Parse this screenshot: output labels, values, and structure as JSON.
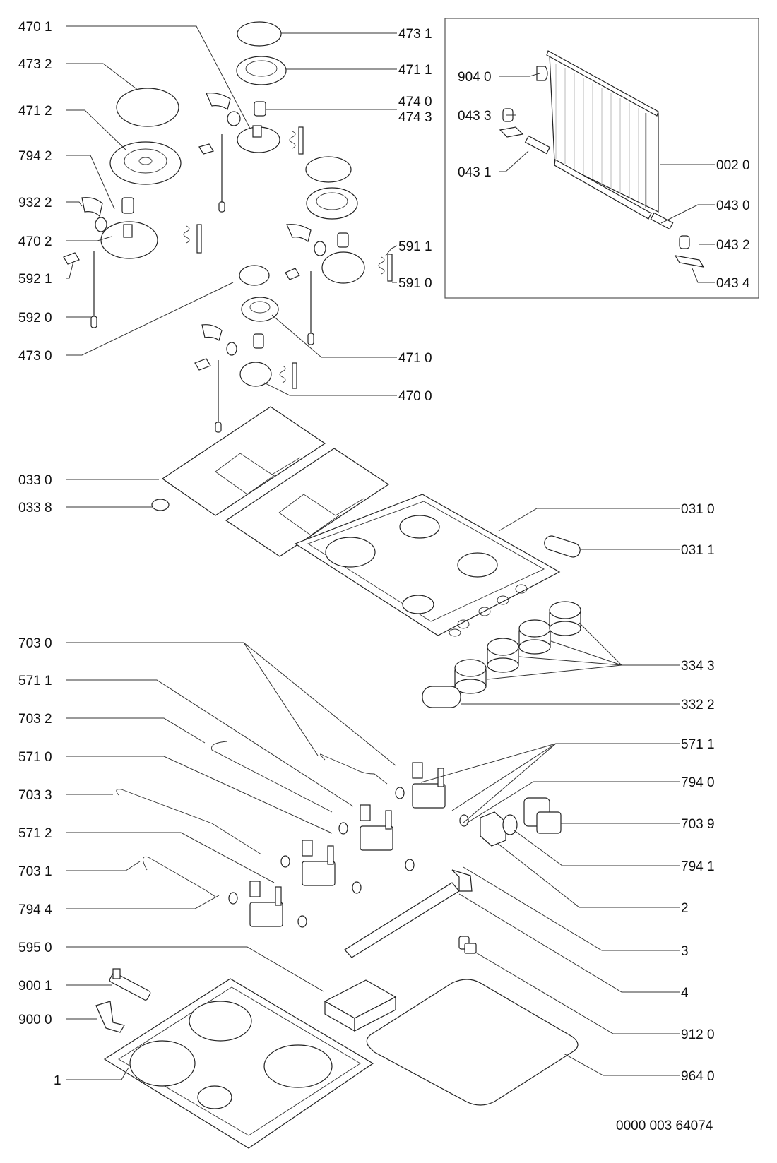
{
  "document": {
    "type": "exploded parts diagram",
    "subject": "gas hob",
    "drawing_number": "0000 003 64074"
  },
  "inset": {
    "labels": [
      "904 0",
      "043 3",
      "043 1",
      "002 0",
      "043 0",
      "043 2",
      "043 4"
    ]
  },
  "labels": {
    "left": [
      {
        "id": "L4701",
        "text": "470 1",
        "part": "burner-base-medium-rear"
      },
      {
        "id": "L4732",
        "text": "473 2",
        "part": "burner-cap-large"
      },
      {
        "id": "L4712",
        "text": "471 2",
        "part": "burner-crown-large"
      },
      {
        "id": "L7942",
        "text": "794 2",
        "part": "seal-ring"
      },
      {
        "id": "L9322",
        "text": "932 2",
        "part": "clip"
      },
      {
        "id": "L4702",
        "text": "470 2",
        "part": "burner-base-large"
      },
      {
        "id": "L5921",
        "text": "592 1",
        "part": "thermocouple-clip"
      },
      {
        "id": "L5920",
        "text": "592 0",
        "part": "thermocouple"
      },
      {
        "id": "L4730",
        "text": "473 0",
        "part": "burner-cap-small"
      },
      {
        "id": "L0330",
        "text": "033 0",
        "part": "pan-support"
      },
      {
        "id": "L0338",
        "text": "033 8",
        "part": "rubber-foot"
      },
      {
        "id": "L7030",
        "text": "703 0",
        "part": "gas-pipe"
      },
      {
        "id": "L5711",
        "text": "571 1",
        "part": "gas-tap"
      },
      {
        "id": "L7032",
        "text": "703 2",
        "part": "gas-pipe"
      },
      {
        "id": "L5710",
        "text": "571 0",
        "part": "gas-tap"
      },
      {
        "id": "L7033",
        "text": "703 3",
        "part": "gas-pipe"
      },
      {
        "id": "L5712",
        "text": "571 2",
        "part": "gas-tap"
      },
      {
        "id": "L7031",
        "text": "703 1",
        "part": "gas-pipe"
      },
      {
        "id": "L7944",
        "text": "794 4",
        "part": "seal-ring"
      },
      {
        "id": "L5950",
        "text": "595 0",
        "part": "ignition-module"
      },
      {
        "id": "L9001",
        "text": "900 1",
        "part": "fixing-bracket"
      },
      {
        "id": "L9000",
        "text": "900 0",
        "part": "fixing-clamp"
      },
      {
        "id": "L1",
        "text": "1",
        "part": "bottom-tray"
      }
    ],
    "right": [
      {
        "id": "R4731",
        "text": "473 1",
        "part": "burner-cap-medium"
      },
      {
        "id": "R4711",
        "text": "471 1",
        "part": "burner-crown-medium"
      },
      {
        "id": "R4740",
        "text": "474 0",
        "part": "injector"
      },
      {
        "id": "R4743",
        "text": "474 3",
        "part": "injector"
      },
      {
        "id": "R5911",
        "text": "591 1",
        "part": "spring"
      },
      {
        "id": "R5910",
        "text": "591 0",
        "part": "ignition-electrode"
      },
      {
        "id": "R4710",
        "text": "471 0",
        "part": "burner-crown-small"
      },
      {
        "id": "R4700",
        "text": "470 0",
        "part": "burner-base-small"
      },
      {
        "id": "R0310",
        "text": "031 0",
        "part": "hob-top"
      },
      {
        "id": "R0311",
        "text": "031 1",
        "part": "cover-cap"
      },
      {
        "id": "R3343",
        "text": "334 3",
        "part": "control-knob"
      },
      {
        "id": "R3322",
        "text": "332 2",
        "part": "push-button"
      },
      {
        "id": "R5711",
        "text": "571 1",
        "part": "gas-tap"
      },
      {
        "id": "R7940",
        "text": "794 0",
        "part": "seal-ring"
      },
      {
        "id": "R7039",
        "text": "703 9",
        "part": "elbow-connector"
      },
      {
        "id": "R7941",
        "text": "794 1",
        "part": "seal-ring"
      },
      {
        "id": "R2",
        "text": "2",
        "part": "nut"
      },
      {
        "id": "R3",
        "text": "3",
        "part": "manifold-pipe"
      },
      {
        "id": "R4",
        "text": "4",
        "part": "switch-bar"
      },
      {
        "id": "R9120",
        "text": "912 0",
        "part": "screw"
      },
      {
        "id": "R9640",
        "text": "964 0",
        "part": "seal-gasket"
      }
    ]
  }
}
